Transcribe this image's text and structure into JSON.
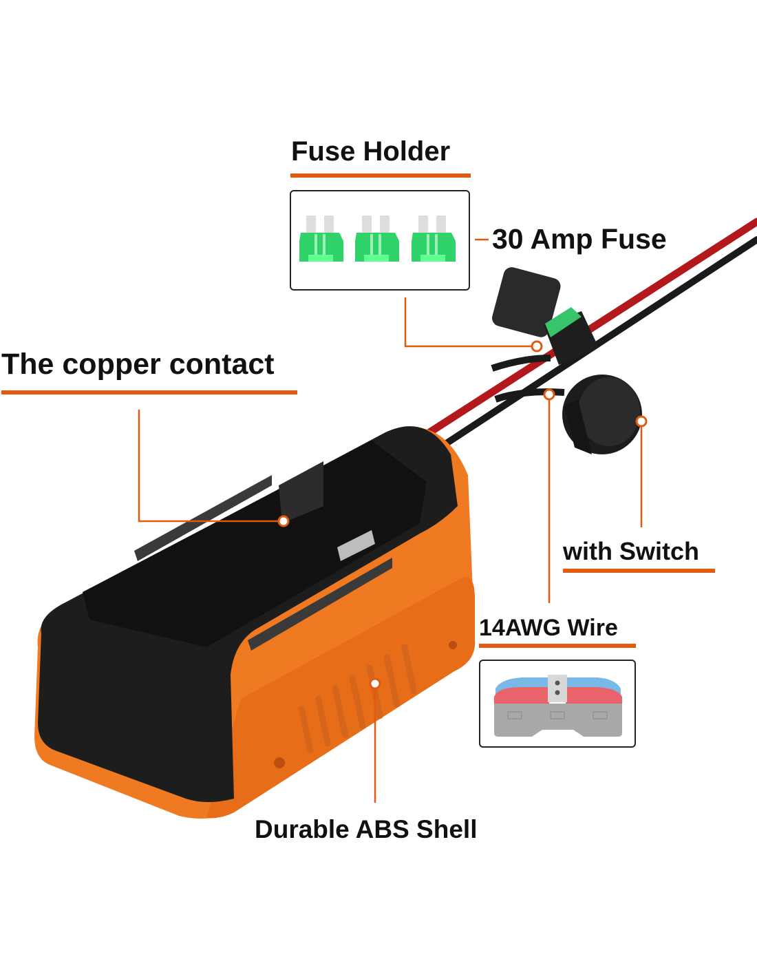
{
  "labels": {
    "fuse_holder": "Fuse Holder",
    "amp_fuse": "30 Amp Fuse",
    "copper_contact": "The copper contact",
    "with_switch": "with Switch",
    "wire": "14AWG Wire",
    "shell": "Durable ABS Shell"
  },
  "colors": {
    "accent": "#e05a10",
    "shell_orange": "#f07a22",
    "body_black": "#1d1d1d",
    "wire_red": "#b3191c",
    "wire_black": "#1a1a1a",
    "fuse_green": "#2fd36a"
  }
}
